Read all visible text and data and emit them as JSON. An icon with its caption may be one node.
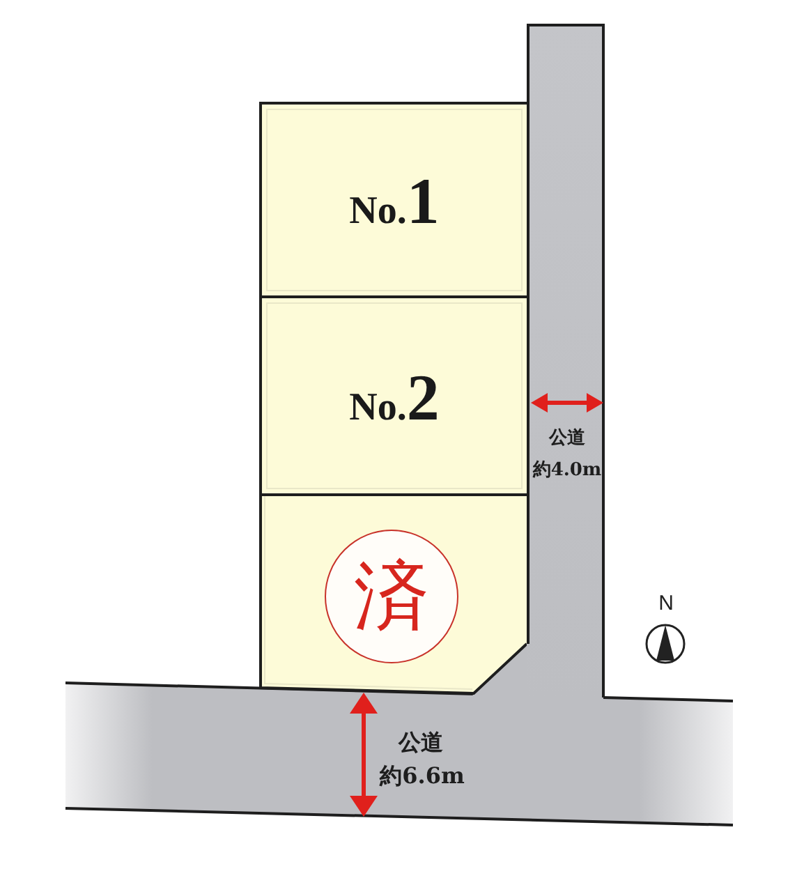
{
  "diagram": {
    "nodes": [
      {
        "text": [
          "No.1"
        ]
      },
      {
        "text": [
          "No.2"
        ]
      },
      {
        "text": [],
        "shape": "box"
      },
      {
        "text": [
          "済"
        ],
        "in": 2
      },
      {
        "text": [
          "公道",
          "約4.0m"
        ]
      },
      {
        "text": [
          "公道",
          "約6.6m"
        ]
      }
    ],
    "labels": [
      "N"
    ]
  }
}
